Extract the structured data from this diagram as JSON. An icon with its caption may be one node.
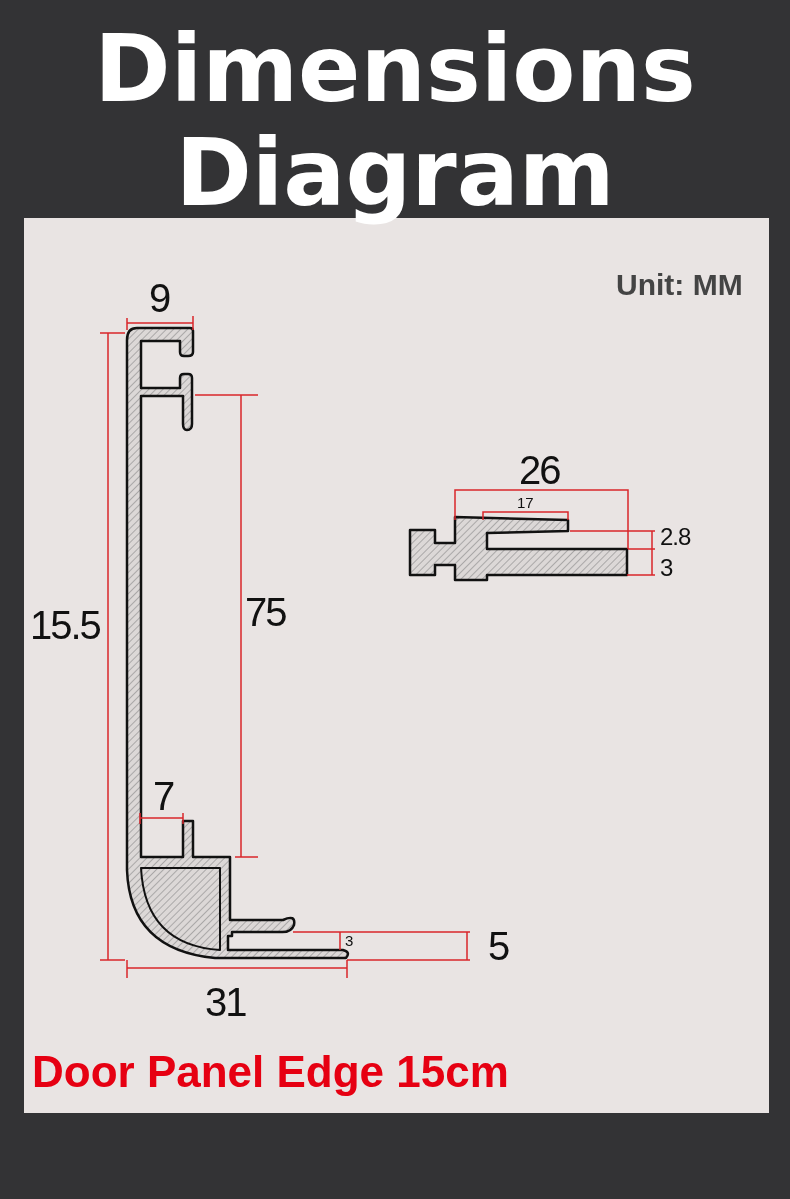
{
  "diagram": {
    "title": "Dimensions Diagram",
    "caption": "Door Panel Edge 15cm",
    "labels": [
      "Unit: MM",
      "9",
      "26",
      "17",
      "2.8",
      "3",
      "15.5",
      "75",
      "7",
      "5",
      "3",
      "31"
    ]
  }
}
